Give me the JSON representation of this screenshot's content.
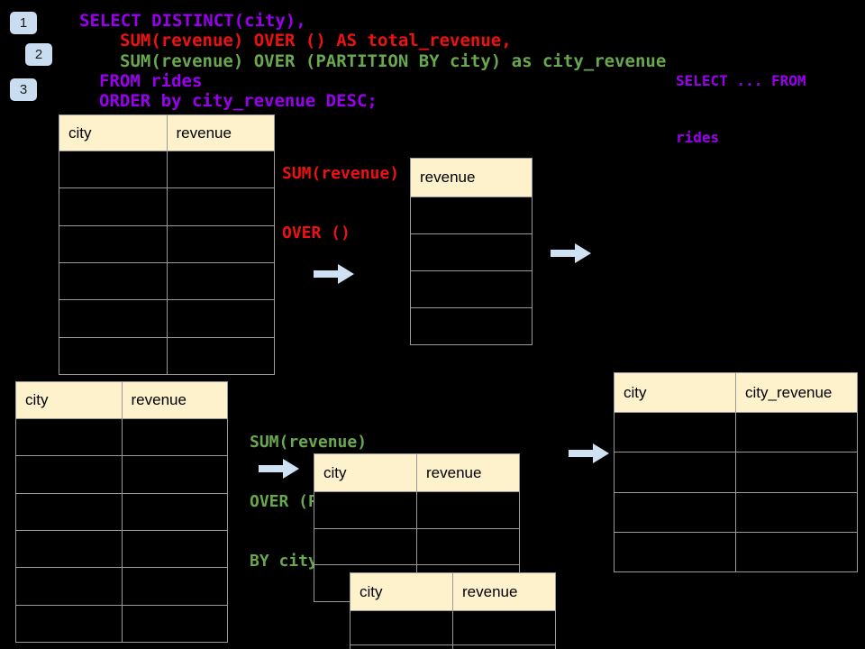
{
  "colors": {
    "background": "#000000",
    "sql_purple": "#9900EE",
    "sql_red": "#EE1111",
    "sql_green": "#6AA84F",
    "arrow_blue": "#CFE2F3",
    "table_header_bg": "#FDF2CC",
    "table_border": "#9A9A9A",
    "badge_bg": "#C9DCF0"
  },
  "badges": [
    {
      "label": "1"
    },
    {
      "label": "2"
    },
    {
      "label": "3"
    }
  ],
  "sql": {
    "lines": [
      {
        "text": "SELECT DISTINCT(city),",
        "color": "purple"
      },
      {
        "text": "SUM(revenue) OVER () AS total_revenue,",
        "color": "red"
      },
      {
        "text": "SUM(revenue) OVER (PARTITION BY city) as city_revenue",
        "color": "green"
      },
      {
        "text": "FROM rides",
        "color": "purple"
      },
      {
        "text": "ORDER by city_revenue DESC;",
        "color": "purple"
      }
    ]
  },
  "side_note": {
    "line1": "SELECT ... FROM",
    "line2": "rides"
  },
  "labels": {
    "total_revenue": {
      "line1": "SUM(revenue)",
      "line2": "OVER ()"
    },
    "partition": {
      "line1": "SUM(revenue)",
      "line2": "OVER (PARTITION",
      "line3": "BY city)"
    }
  },
  "tables": {
    "source_top": {
      "headers": [
        "city",
        "revenue"
      ],
      "row_count": 6,
      "rows": [
        [
          "",
          ""
        ],
        [
          "",
          ""
        ],
        [
          "",
          ""
        ],
        [
          "",
          ""
        ],
        [
          "",
          ""
        ],
        [
          "",
          ""
        ]
      ]
    },
    "total_revenue": {
      "headers": [
        "revenue"
      ],
      "row_count": 4,
      "rows": [
        [
          ""
        ],
        [
          ""
        ],
        [
          ""
        ],
        [
          ""
        ]
      ]
    },
    "source_bottom": {
      "headers": [
        "city",
        "revenue"
      ],
      "row_count": 6,
      "rows": [
        [
          "",
          ""
        ],
        [
          "",
          ""
        ],
        [
          "",
          ""
        ],
        [
          "",
          ""
        ],
        [
          "",
          ""
        ],
        [
          "",
          ""
        ]
      ]
    },
    "partition_mid": {
      "headers": [
        "city",
        "revenue"
      ],
      "row_count": 3,
      "rows": [
        [
          "",
          ""
        ],
        [
          "",
          ""
        ],
        [
          "",
          ""
        ]
      ]
    },
    "partition_overlay": {
      "headers": [
        "city",
        "revenue"
      ],
      "row_count": 2,
      "rows": [
        [
          "",
          ""
        ],
        [
          "",
          ""
        ]
      ]
    },
    "city_revenue_result": {
      "headers": [
        "city",
        "city_revenue"
      ],
      "row_count": 4,
      "rows": [
        [
          "",
          ""
        ],
        [
          "",
          ""
        ],
        [
          "",
          ""
        ],
        [
          "",
          ""
        ]
      ]
    }
  },
  "icons": {
    "arrow": "right-block-arrow"
  }
}
